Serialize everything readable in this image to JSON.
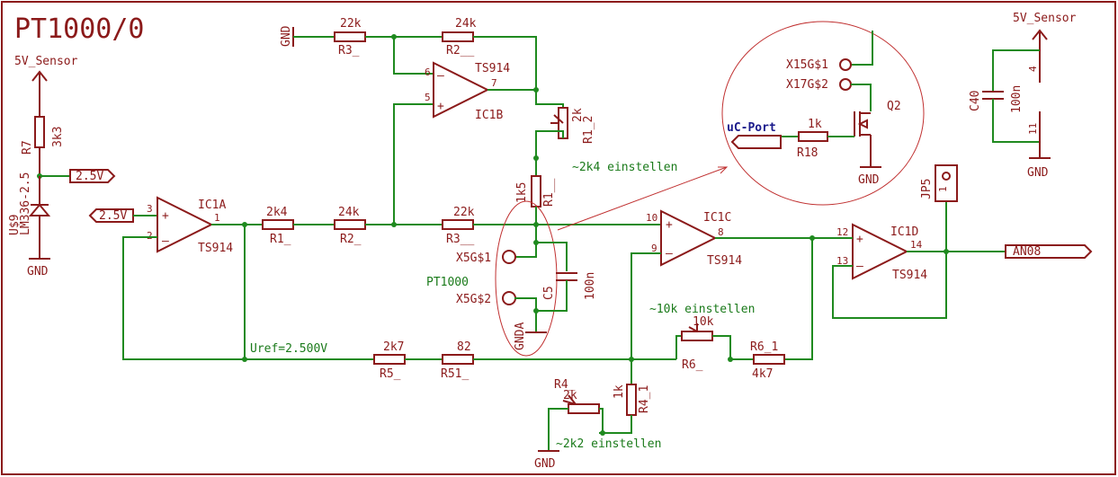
{
  "title": "PT1000/0",
  "colors": {
    "wire": "#1f8a1f",
    "component": "#8b1a1a",
    "note": "#1a7a1a",
    "port": "#1a1a8b",
    "frame": "#8b1a1a"
  },
  "supply": {
    "vcc": "5V_Sensor",
    "gnd": "GND",
    "gnda": "GNDA"
  },
  "ref": {
    "name": "U$9",
    "part": "LM336-2.5",
    "label_out": "2.5V",
    "label_in": "2.5V",
    "r7": {
      "name": "R7",
      "value": "3k3"
    }
  },
  "opamps": [
    {
      "name": "IC1A",
      "type": "TS914",
      "pins": [
        "3",
        "2",
        "1"
      ]
    },
    {
      "name": "IC1B",
      "type": "TS914",
      "pins": [
        "6",
        "5",
        "7"
      ]
    },
    {
      "name": "IC1C",
      "type": "TS914",
      "pins": [
        "10",
        "9",
        "8"
      ]
    },
    {
      "name": "IC1D",
      "type": "TS914",
      "pins": [
        "12",
        "13",
        "14"
      ]
    }
  ],
  "resistors": {
    "r1": {
      "name": "R1_",
      "value": "2k4"
    },
    "r2": {
      "name": "R2_",
      "value": "24k"
    },
    "r3": {
      "name": "R3__",
      "value": "22k"
    },
    "r3b": {
      "name": "R3_",
      "value": "22k"
    },
    "r2b": {
      "name": "R2__",
      "value": "24k"
    },
    "r1_2": {
      "name": "R1_2",
      "value": "2k"
    },
    "r1b": {
      "name": "R1__",
      "value": "1k5"
    },
    "r5": {
      "name": "R5_",
      "value": "2k7"
    },
    "r51": {
      "name": "R51_",
      "value": "82"
    },
    "r6": {
      "name": "R6_",
      "value": "10k"
    },
    "r6_1": {
      "name": "R6_1",
      "value": "4k7"
    },
    "r4": {
      "name": "R4_",
      "value": "2k"
    },
    "r4_1": {
      "name": "R4_1",
      "value": "1k"
    },
    "r18": {
      "name": "R18",
      "value": "1k"
    }
  },
  "caps": {
    "c5": {
      "name": "C5",
      "value": "100n"
    },
    "c40": {
      "name": "C40",
      "value": "100n"
    }
  },
  "connectors": {
    "x5g1": "X5G$1",
    "x5g2": "X5G$2",
    "x15g1": "X15G$1",
    "x17g2": "X17G$2",
    "jp5": "JP5",
    "jp5_pin": "1",
    "an08": "AN08",
    "uc_port": "uC-Port"
  },
  "transistor": "Q2",
  "c40_pins": [
    "4",
    "11"
  ],
  "notes": {
    "pt1000": "PT1000",
    "uref": "Uref=2.500V",
    "adj_2k4": "~2k4 einstellen",
    "adj_10k": "~10k einstellen",
    "adj_2k2": "~2k2 einstellen"
  }
}
